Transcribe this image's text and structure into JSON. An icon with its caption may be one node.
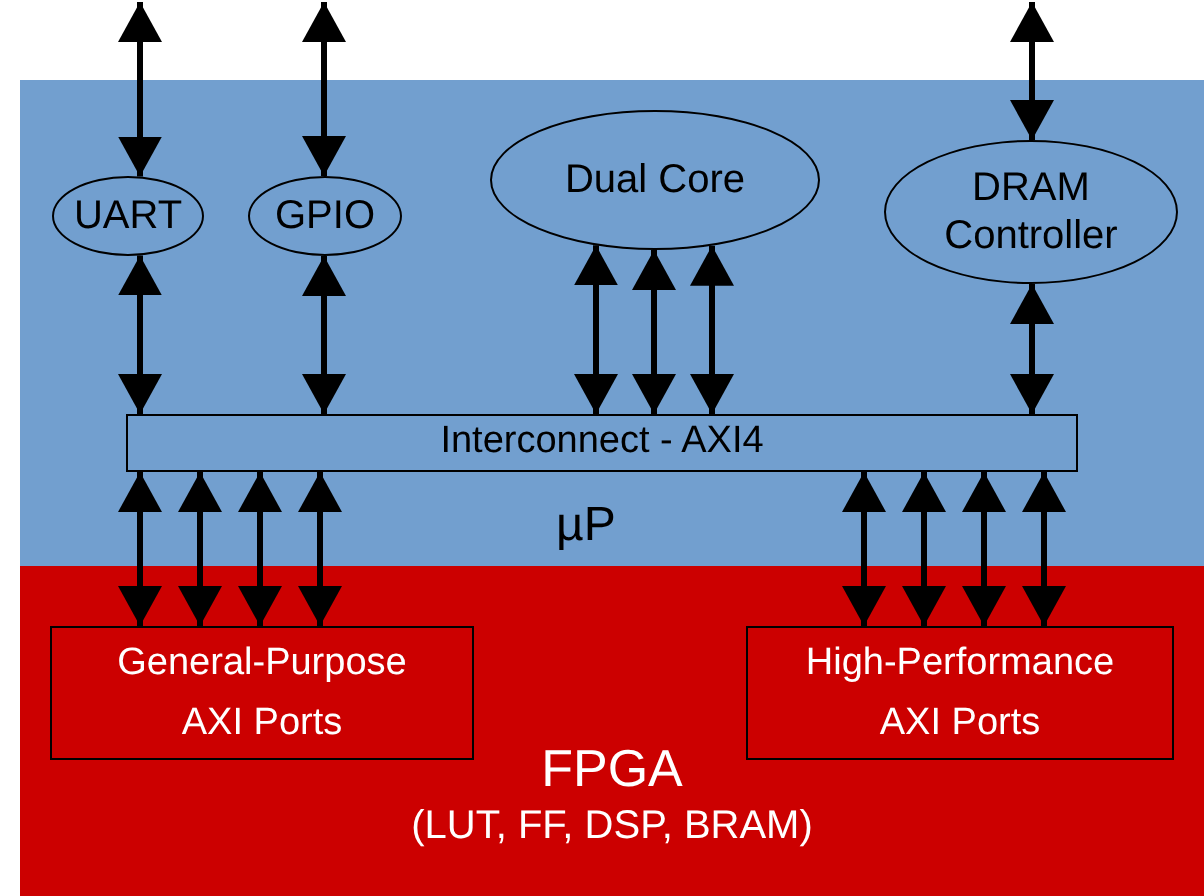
{
  "diagram": {
    "nodes": [
      {
        "text": [
          "µP"
        ]
      },
      {
        "text": [
          "UART"
        ],
        "in": 0
      },
      {
        "text": [
          "GPIO"
        ],
        "in": 0
      },
      {
        "text": [
          "Dual Core"
        ],
        "in": 0
      },
      {
        "text": [
          "DRAM Controller"
        ],
        "in": 0
      },
      {
        "text": [
          "Interconnect - AXI4"
        ],
        "in": 0
      },
      {
        "text": [
          "FPGA",
          "(LUT, FF, DSP, BRAM)"
        ]
      },
      {
        "text": [
          "General-Purpose AXI Ports"
        ],
        "in": 6
      },
      {
        "text": [
          "High-Performance AXI Ports"
        ],
        "in": 6
      }
    ],
    "edges": [
      {
        "from": null,
        "to": 1,
        "arrow": "both"
      },
      {
        "from": null,
        "to": 2,
        "arrow": "both"
      },
      {
        "from": null,
        "to": 4,
        "arrow": "both"
      },
      {
        "from": 1,
        "to": 5,
        "arrow": "both"
      },
      {
        "from": 2,
        "to": 5,
        "arrow": "both"
      },
      {
        "from": 3,
        "to": 5,
        "arrow": "both"
      },
      {
        "from": 3,
        "to": 5,
        "arrow": "both"
      },
      {
        "from": 3,
        "to": 5,
        "arrow": "both"
      },
      {
        "from": 4,
        "to": 5,
        "arrow": "both"
      },
      {
        "from": 5,
        "to": 7,
        "arrow": "both"
      },
      {
        "from": 5,
        "to": 7,
        "arrow": "both"
      },
      {
        "from": 5,
        "to": 7,
        "arrow": "both"
      },
      {
        "from": 5,
        "to": 7,
        "arrow": "both"
      },
      {
        "from": 5,
        "to": 8,
        "arrow": "both"
      },
      {
        "from": 5,
        "to": 8,
        "arrow": "both"
      },
      {
        "from": 5,
        "to": 8,
        "arrow": "both"
      },
      {
        "from": 5,
        "to": 8,
        "arrow": "both"
      }
    ]
  }
}
